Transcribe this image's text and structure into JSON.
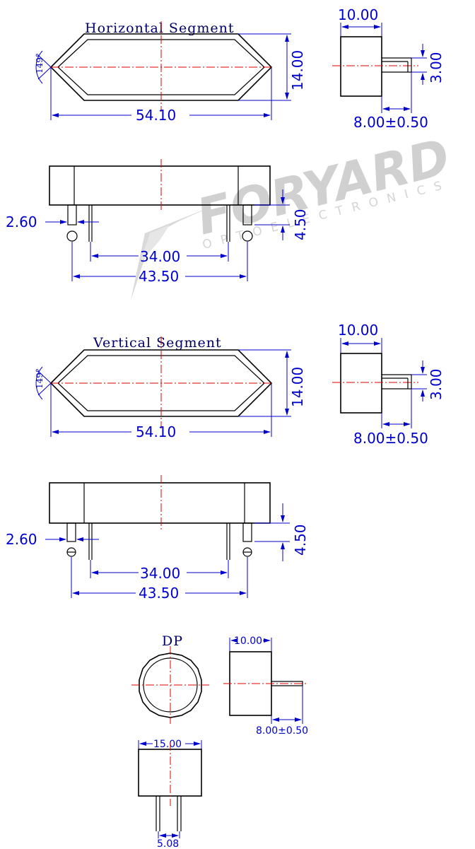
{
  "watermark": {
    "brand": "FORYARD",
    "subtitle": "OPTOELECTRONICS"
  },
  "horizontal_segment": {
    "title": "Horizontal Segment",
    "angle": "149°",
    "length": "54.10",
    "height": "14.00",
    "side_width": "10.00",
    "side_gap": "3.00",
    "side_pin": "8.00±0.50",
    "pin_dia": "2.60",
    "pin_len": "4.50",
    "pin_inner": "34.00",
    "pin_outer": "43.50"
  },
  "vertical_segment": {
    "title": "Vertical Segment",
    "angle": "149°",
    "length": "54.10",
    "height": "14.00",
    "side_width": "10.00",
    "side_gap": "3.00",
    "side_pin": "8.00±0.50",
    "pin_dia": "2.60",
    "pin_len": "4.50",
    "pin_inner": "34.00",
    "pin_outer": "43.50"
  },
  "dp": {
    "title": "DP",
    "side_width": "10.00",
    "side_pin": "8.00±0.50",
    "front_width": "15.00",
    "pin_pitch": "5.08"
  }
}
